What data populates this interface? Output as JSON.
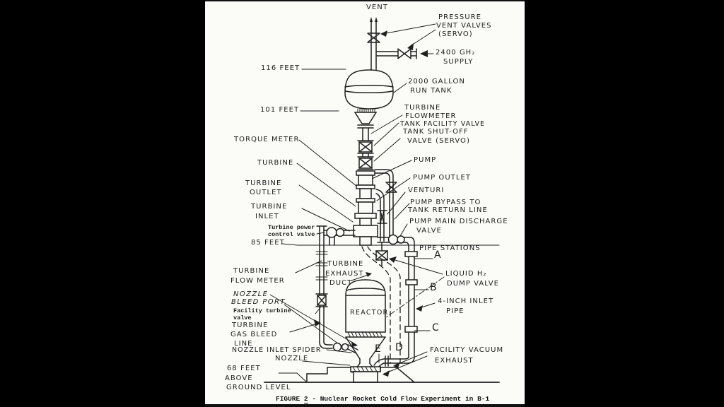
{
  "figure": {
    "ink_color": "#1f1f1f",
    "paper_color": "#fbfbf8",
    "background_color": "#000000"
  },
  "labels": {
    "vent": "VENT",
    "pressure_vent_1": "PRESSURE",
    "pressure_vent_2": "VENT VALVES",
    "pressure_vent_3": "(SERVO)",
    "supply_1": "2400 GH₂",
    "supply_2": "SUPPLY",
    "feet_116": "116 FEET",
    "run_tank_1": "2000 GALLON",
    "run_tank_2": "RUN TANK",
    "feet_101": "101 FEET",
    "turbine_flowmeter_top_1": "TURBINE",
    "turbine_flowmeter_top_2": "FLOWMETER",
    "tank_facility_valve": "TANK FACILITY VALVE",
    "tank_shutoff_1": "TANK SHUT-OFF",
    "tank_shutoff_2": "VALVE (SERVO)",
    "torque_meter": "TORQUE METER",
    "turbine": "TURBINE",
    "pump": "PUMP",
    "pump_outlet": "PUMP OUTLET",
    "turbine_outlet_1": "TURBINE",
    "turbine_outlet_2": "OUTLET",
    "venturi": "VENTURI",
    "pump_bypass_1": "PUMP BYPASS TO",
    "pump_bypass_2": "TANK RETURN LINE",
    "turbine_inlet_1": "TURBINE",
    "turbine_inlet_2": "INLET",
    "pump_main_discharge_1": "PUMP MAIN DISCHARGE",
    "pump_main_discharge_2": "VALVE",
    "turbine_power_valve_1": "Turbine power",
    "turbine_power_valve_2": "control valve",
    "feet_85": "85 FEET",
    "pipe_stations": "PIPE STATIONS",
    "station_a": "A",
    "turbine_flowmeter_left_1": "TURBINE",
    "turbine_flowmeter_left_2": "FLOW METER",
    "turbine_exhaust_duct_1": "TURBINE",
    "turbine_exhaust_duct_2": "EXHAUST",
    "turbine_exhaust_duct_3": "DUCT",
    "liquid_h2_1": "LIQUID H₂",
    "liquid_h2_2": "DUMP VALVE",
    "station_b": "B",
    "nozzle_bleed_1": "NOZZLE",
    "nozzle_bleed_2": "BLEED PORT",
    "inlet_pipe_1": "4-INCH INLET",
    "inlet_pipe_2": "PIPE",
    "facility_turbine_valve_1": "Facility turbine",
    "facility_turbine_valve_2": "valve",
    "turbine_gas_bleed_1": "TURBINE",
    "turbine_gas_bleed_2": "GAS BLEED",
    "turbine_gas_bleed_3": "LINE",
    "station_c": "C",
    "nozzle_inlet_spider": "NOZZLE INLET SPIDER",
    "nozzle": "NOZZLE",
    "reactor": "REACTOR",
    "station_e": "E",
    "station_d": "D",
    "facility_vacuum_1": "FACILITY VACUUM",
    "facility_vacuum_2": "EXHAUST",
    "feet_68_1": "68 FEET",
    "feet_68_2": "ABOVE",
    "feet_68_3": "GROUND LEVEL"
  },
  "caption": {
    "prefix": "FIGURE ",
    "number": "2",
    "text": " - Nuclear Rocket Cold Flow Experiment in B-1"
  }
}
